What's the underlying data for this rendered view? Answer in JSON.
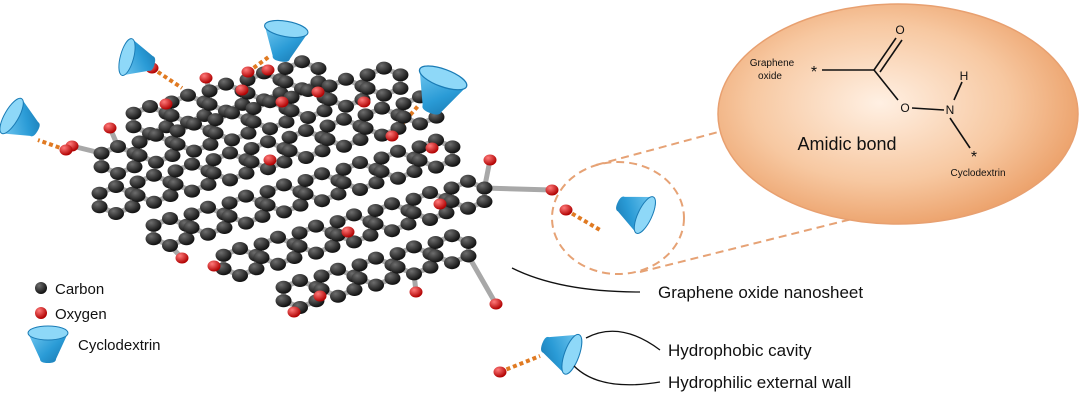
{
  "zoom_inset": {
    "group_left_line1": "Graphene",
    "group_left_line2": "oxide",
    "group_bottom": "Cyclodextrin",
    "atom_o_double": "O",
    "atom_o_single": "O",
    "atom_n": "N",
    "atom_h": "H",
    "star": "*",
    "bond_label": "Amidic bond"
  },
  "legend": {
    "carbon": "Carbon",
    "oxygen": "Oxygen",
    "cyclodextrin": "Cyclodextrin"
  },
  "callouts": {
    "nanosheet": "Graphene oxide nanosheet",
    "cavity": "Hydrophobic cavity",
    "wall": "Hydrophilic external wall"
  },
  "colors": {
    "carbon": "#1c1c1c",
    "oxygen": "#d81818",
    "bond": "#a8a8a8",
    "cyclodextrin": "#3aa6dd",
    "linker": "#e07a22",
    "inset_fill": "#f4b98a"
  }
}
